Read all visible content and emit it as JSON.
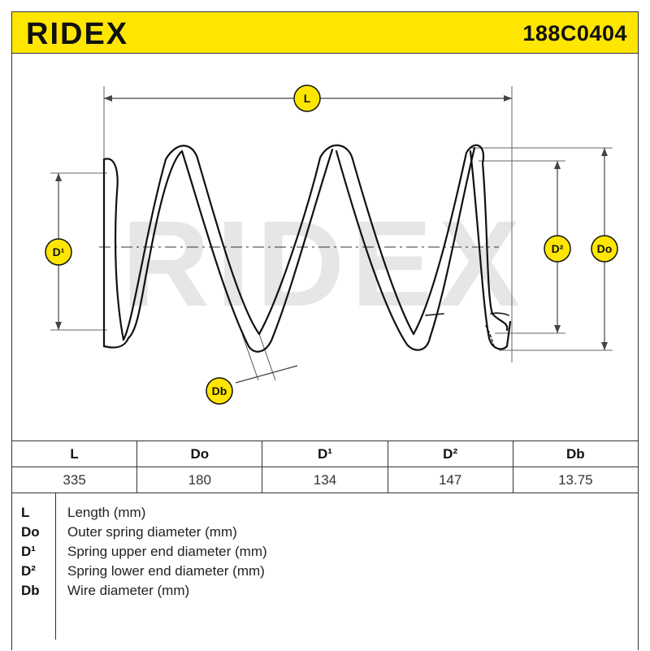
{
  "header": {
    "brand": "RIDEX",
    "part_number": "188C0404",
    "brand_color": "#ffe600"
  },
  "watermark": "RIDEX",
  "diagram": {
    "labels": {
      "L": "L",
      "Do": "Do",
      "D1": "D¹",
      "D2": "D²",
      "Db": "Db"
    },
    "badge_color": "#ffe600"
  },
  "table": {
    "headers": [
      "L",
      "Do",
      "D¹",
      "D²",
      "Db"
    ],
    "values": [
      "335",
      "180",
      "134",
      "147",
      "13.75"
    ]
  },
  "legend": [
    {
      "key": "L",
      "desc": "Length (mm)"
    },
    {
      "key": "Do",
      "desc": "Outer spring diameter (mm)"
    },
    {
      "key": "D¹",
      "desc": "Spring upper end diameter (mm)"
    },
    {
      "key": "D²",
      "desc": "Spring lower end diameter (mm)"
    },
    {
      "key": "Db",
      "desc": "Wire diameter (mm)"
    }
  ]
}
